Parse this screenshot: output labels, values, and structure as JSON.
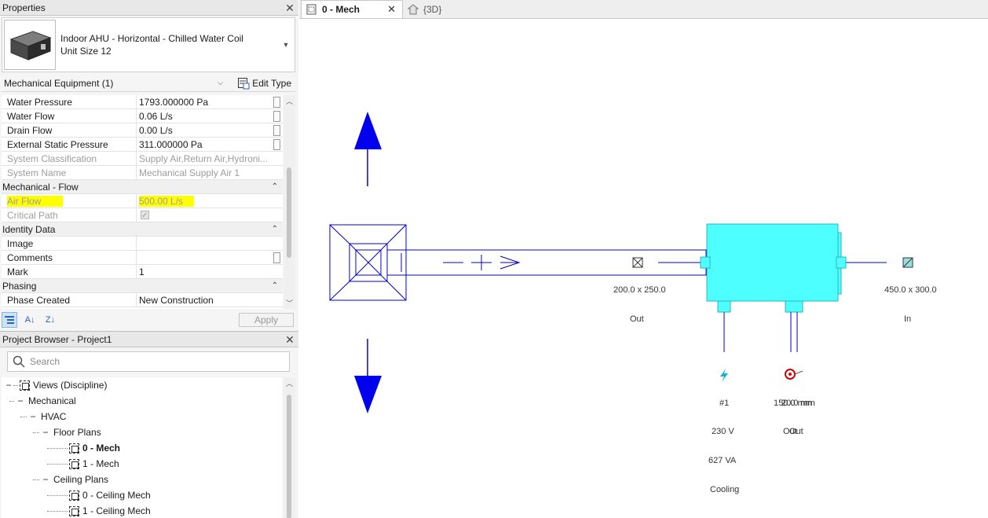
{
  "properties": {
    "title": "Properties",
    "type_name": "Indoor AHU - Horizontal - Chilled Water Coil",
    "type_size": "Unit Size 12",
    "filter_label": "Mechanical Equipment (1)",
    "edit_type_label": "Edit Type",
    "rows": [
      {
        "name": "Water Pressure",
        "value": "1793.000000 Pa"
      },
      {
        "name": "Water Flow",
        "value": "0.06 L/s"
      },
      {
        "name": "Drain Flow",
        "value": "0.00 L/s"
      },
      {
        "name": "External Static Pressure",
        "value": "311.000000 Pa"
      },
      {
        "name": "System Classification",
        "value": "Supply Air,Return Air,Hydroni..."
      },
      {
        "name": "System Name",
        "value": "Mechanical Supply Air 1"
      }
    ],
    "group_flow": "Mechanical - Flow",
    "air_flow_name": "Air Flow",
    "air_flow_value": "500.00 L/s",
    "critical_path_name": "Critical Path",
    "group_identity": "Identity Data",
    "image_name": "Image",
    "comments_name": "Comments",
    "mark_name": "Mark",
    "mark_value": "1",
    "group_phasing": "Phasing",
    "phase_created_name": "Phase Created",
    "phase_created_value": "New Construction",
    "apply_label": "Apply"
  },
  "browser": {
    "title": "Project Browser - Project1",
    "search_placeholder": "Search",
    "views_label": "Views (Discipline)",
    "mechanical": "Mechanical",
    "hvac": "HVAC",
    "floor_plans": "Floor Plans",
    "fp_0": "0 - Mech",
    "fp_1": "1 - Mech",
    "ceiling_plans": "Ceiling Plans",
    "cp_0": "0 - Ceiling Mech",
    "cp_1": "1 - Ceiling Mech"
  },
  "tabs": {
    "active": "0 - Mech",
    "inactive": "{3D}"
  },
  "canvas": {
    "duct_size_out": "200.0 x 250.0",
    "out_label": "Out",
    "duct_size_in": "450.0 x 300.0",
    "in_label": "In",
    "elec_number": "#1",
    "voltage": "230 V",
    "load": "627 VA",
    "cooling": "Cooling",
    "pipe_size": "150.0 mm",
    "pipe_size_overlap": "20.0 mm",
    "pipe_out": "Out",
    "pipe_out_overlap": "Out",
    "colors": {
      "equipment": "#4dffff",
      "duct": "#0000cc",
      "arrow": "#0000ee",
      "highlight": "#ffff00"
    }
  }
}
